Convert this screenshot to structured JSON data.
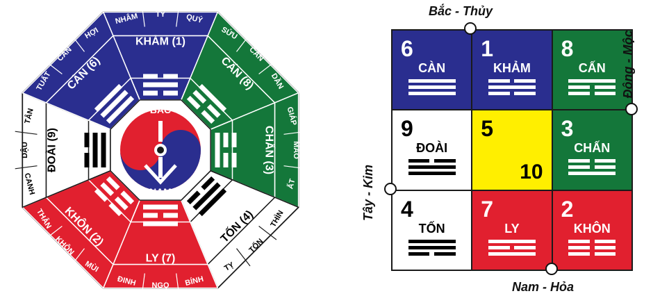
{
  "colors": {
    "blue": "#2a2e8f",
    "green": "#14773a",
    "red": "#e1202f",
    "yellow": "#ffef00",
    "white": "#ffffff",
    "dark": "#1a1a1a"
  },
  "bagua": {
    "center_top": "BẮC",
    "center_bottom": "NAM",
    "sectors": [
      {
        "id": "north",
        "name": "KHẢM (1)",
        "lines": [
          [
            0,
            1
          ],
          [
            1
          ],
          [
            0,
            1
          ]
        ],
        "subs": [
          "NHÂM",
          "TÝ",
          "QUÝ"
        ],
        "color": "blue",
        "text": "white"
      },
      {
        "id": "northeast",
        "name": "CẤN (8)",
        "lines": [
          [
            1
          ],
          [
            0,
            1
          ],
          [
            0,
            1
          ]
        ],
        "subs": [
          "SỬU",
          "CẤN",
          "DẦN"
        ],
        "color": "green",
        "text": "white"
      },
      {
        "id": "east",
        "name": "CHẤN (3)",
        "lines": [
          [
            0,
            1
          ],
          [
            0,
            1
          ],
          [
            1
          ]
        ],
        "subs": [
          "GIÁP",
          "MÃO",
          "ẤT"
        ],
        "color": "green",
        "text": "white"
      },
      {
        "id": "southeast",
        "name": "TỐN (4)",
        "lines": [
          [
            1
          ],
          [
            1
          ],
          [
            0,
            1
          ]
        ],
        "subs": [
          "THÌN",
          "TỐN",
          "TỴ"
        ],
        "color": "white",
        "text": "black"
      },
      {
        "id": "south",
        "name": "LY (7)",
        "lines": [
          [
            1
          ],
          [
            0,
            1
          ],
          [
            1
          ]
        ],
        "subs": [
          "BÍNH",
          "NGỌ",
          "ĐINH"
        ],
        "color": "red",
        "text": "white"
      },
      {
        "id": "southwest",
        "name": "KHÔN (2)",
        "lines": [
          [
            0,
            1
          ],
          [
            0,
            1
          ],
          [
            0,
            1
          ]
        ],
        "subs": [
          "MÙI",
          "KHÔN",
          "THÂN"
        ],
        "color": "red",
        "text": "white"
      },
      {
        "id": "west",
        "name": "ĐOÀI (9)",
        "lines": [
          [
            0,
            1
          ],
          [
            1
          ],
          [
            1
          ]
        ],
        "subs": [
          "CANH",
          "DẬU",
          "TÂN"
        ],
        "color": "white",
        "text": "black"
      },
      {
        "id": "northwest",
        "name": "CÀN (6)",
        "lines": [
          [
            1
          ],
          [
            1
          ],
          [
            1
          ]
        ],
        "subs": [
          "TUẤT",
          "CÀN",
          "HỢI"
        ],
        "color": "blue",
        "text": "white"
      }
    ]
  },
  "grid": {
    "cells": [
      {
        "num": "6",
        "name": "CÀN",
        "lines": [
          [
            1
          ],
          [
            1
          ],
          [
            1
          ]
        ],
        "color": "blue",
        "text": "white"
      },
      {
        "num": "1",
        "name": "KHẢM",
        "lines": [
          [
            0,
            1
          ],
          [
            1
          ],
          [
            0,
            1
          ]
        ],
        "color": "blue",
        "text": "white"
      },
      {
        "num": "8",
        "name": "CẤN",
        "lines": [
          [
            1
          ],
          [
            0,
            1
          ],
          [
            0,
            1
          ]
        ],
        "color": "green",
        "text": "white"
      },
      {
        "num": "9",
        "name": "ĐOÀI",
        "lines": [
          [
            0,
            1
          ],
          [
            1
          ],
          [
            1
          ]
        ],
        "color": "white",
        "text": "black"
      },
      {
        "num": "5",
        "name": "",
        "extra": "10",
        "lines": [],
        "color": "yellow",
        "text": "black"
      },
      {
        "num": "3",
        "name": "CHẤN",
        "lines": [
          [
            0,
            1
          ],
          [
            0,
            1
          ],
          [
            1
          ]
        ],
        "color": "green",
        "text": "white"
      },
      {
        "num": "4",
        "name": "TỐN",
        "lines": [
          [
            1
          ],
          [
            1
          ],
          [
            0,
            1
          ]
        ],
        "color": "white",
        "text": "black"
      },
      {
        "num": "7",
        "name": "LY",
        "lines": [
          [
            1
          ],
          [
            0,
            1
          ],
          [
            1
          ]
        ],
        "color": "red",
        "text": "white"
      },
      {
        "num": "2",
        "name": "KHÔN",
        "lines": [
          [
            0,
            1
          ],
          [
            0,
            1
          ],
          [
            0,
            1
          ]
        ],
        "color": "red",
        "text": "white"
      }
    ],
    "directions": {
      "north": "Bắc - Thủy",
      "south": "Nam - Hỏa",
      "east": "Đông - Mộc",
      "west": "Tây - Kim"
    }
  }
}
